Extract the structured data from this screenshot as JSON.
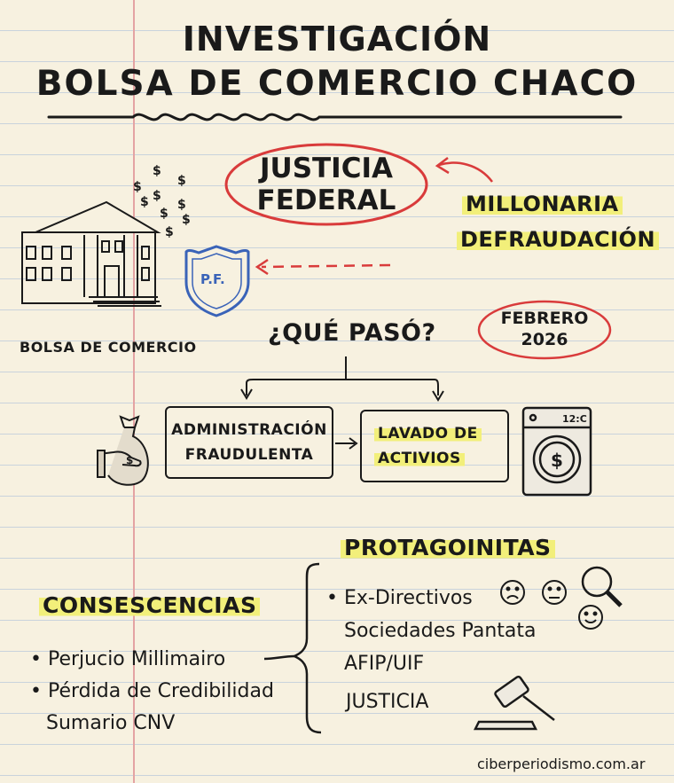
{
  "title": {
    "line1": "INVESTIGACIÓN",
    "line2": "BOLSA DE COMERCIO CHACO"
  },
  "justicia": {
    "line1": "JUSTICIA",
    "line2": "FEDERAL"
  },
  "millonaria": {
    "line1": "MILLONARIA",
    "line2": "DEFRAUDACIÓN"
  },
  "badge_text": "P.F.",
  "building_label": "BOLSA DE COMERCIO",
  "question": "¿QUÉ PASÓ?",
  "date": {
    "line1": "FEBRERO",
    "line2": "2026"
  },
  "boxes": {
    "admin": {
      "line1": "ADMINISTRACIÓN",
      "line2": "FRAUDULENTA"
    },
    "lavado": {
      "line1": "LAVADO DE",
      "line2": "ACTIVIOS"
    }
  },
  "washer_label": "12:C",
  "consecuencias": {
    "heading": "CONSESCENCIAS",
    "items": [
      "Perjucio Millimairo",
      "Pérdida de Credibilidad",
      "Sumario CNV"
    ]
  },
  "protagonistas": {
    "heading": "PROTAGOINITAS",
    "items": [
      "Ex-Directivos",
      "Sociedades Pantata",
      "AFIP/UIF",
      "JUSTICIA"
    ]
  },
  "bullet": "•",
  "footer": "ciberperiodismo.com.ar",
  "colors": {
    "paper": "#f7f1e0",
    "highlight": "#f2ef7a",
    "red": "#d93b3b",
    "blue": "#3a63b8",
    "ink": "#1a1a1a"
  },
  "icons": [
    "squiggle-underline-icon",
    "bank-building-icon",
    "dollar-signs-icon",
    "police-badge-icon",
    "money-bag-hand-icon",
    "washing-machine-icon",
    "sad-face-icon",
    "neutral-face-icon",
    "smile-face-icon",
    "magnifier-icon",
    "gavel-icon"
  ]
}
